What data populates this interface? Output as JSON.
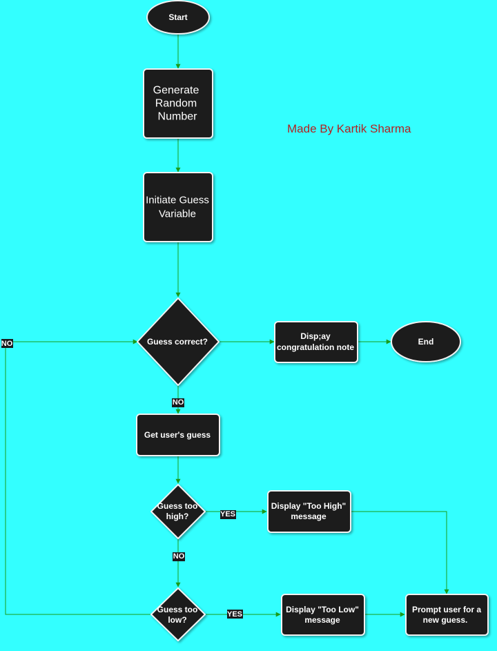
{
  "colors": {
    "background": "#33ffff",
    "node_fill": "#1a1a1d",
    "node_border": "#f2f2f2",
    "edge": "#1a9c1a",
    "credit": "#b22222"
  },
  "credit": "Made By Kartik Sharma",
  "nodes": {
    "start": "Start",
    "generate": [
      "Generate",
      "Random",
      "Number"
    ],
    "initiate": [
      "Initiate Guess",
      "Variable"
    ],
    "guess_correct": "Guess correct?",
    "display_congrats": [
      "Disp;ay",
      "congratulation note"
    ],
    "end": "End",
    "get_guess": "Get user's guess",
    "too_high": [
      "Guess too",
      "high?"
    ],
    "display_high": [
      "Display \"Too High\"",
      "message"
    ],
    "too_low": [
      "Guess too",
      "low?"
    ],
    "display_low": [
      "Display \"Too Low\"",
      "message"
    ],
    "prompt": [
      "Prompt user for a",
      "new guess."
    ]
  },
  "edge_labels": {
    "correct_no": "NO",
    "loop_no": "NO",
    "high_yes": "YES",
    "high_no": "NO",
    "low_yes": "YES"
  }
}
